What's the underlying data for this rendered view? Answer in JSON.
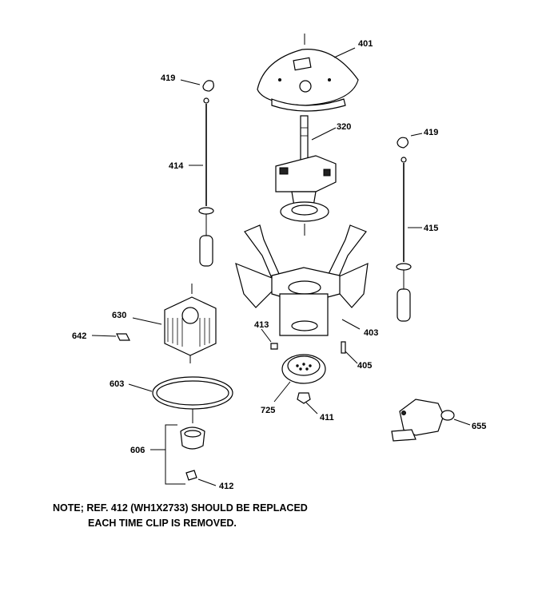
{
  "callouts": {
    "c401": "401",
    "c419a": "419",
    "c419b": "419",
    "c320": "320",
    "c414": "414",
    "c415": "415",
    "c630": "630",
    "c642": "642",
    "c413": "413",
    "c403": "403",
    "c405": "405",
    "c603": "603",
    "c725": "725",
    "c411": "411",
    "c655": "655",
    "c606": "606",
    "c412": "412"
  },
  "note": {
    "line1": "NOTE; REF. 412 (WH1X2733) SHOULD BE REPLACED",
    "line2": "EACH TIME CLIP IS REMOVED."
  }
}
